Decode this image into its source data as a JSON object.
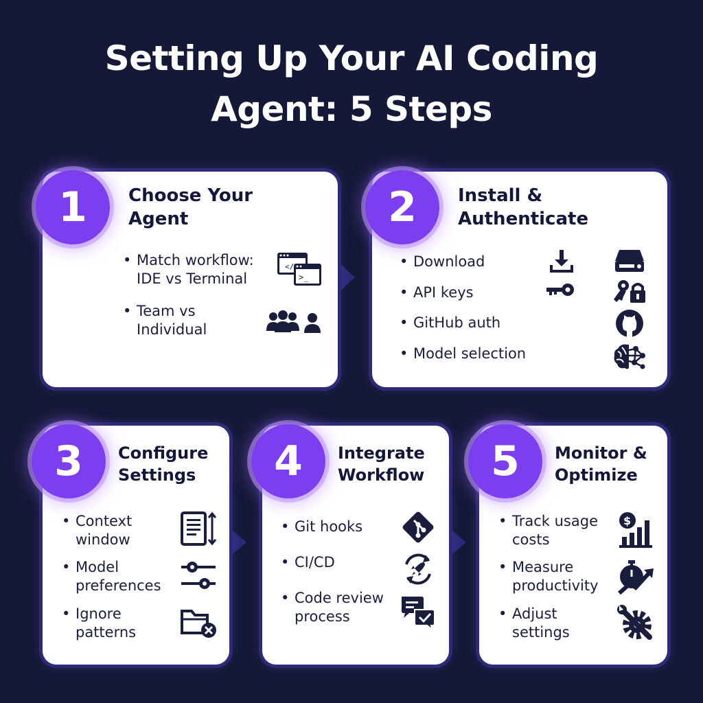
{
  "title": "Setting Up Your AI Coding\nAgent: 5 Steps",
  "steps": [
    {
      "number": "1",
      "title": "Choose Your\nAgent",
      "items": [
        "Match workflow:\nIDE vs Terminal",
        "Team vs\nIndividual"
      ],
      "icons": [
        "ide-terminal-icon",
        "team-icon",
        "individual-icon"
      ]
    },
    {
      "number": "2",
      "title": "Install &\nAuthenticate",
      "items": [
        "Download",
        "API keys",
        "GitHub auth",
        "Model selection"
      ],
      "icons": [
        "download-icon",
        "key-icon",
        "server-icon",
        "key-lock-icon",
        "github-icon",
        "brain-network-icon"
      ]
    },
    {
      "number": "3",
      "title": "Configure\nSettings",
      "items": [
        "Context\nwindow",
        "Model\npreferences",
        "Ignore\npatterns"
      ],
      "icons": [
        "document-resize-icon",
        "sliders-gear-icon",
        "folder-ignore-icon"
      ]
    },
    {
      "number": "4",
      "title": "Integrate\nWorkflow",
      "items": [
        "Git hooks",
        "CI/CD",
        "Code review\nprocess"
      ],
      "icons": [
        "git-icon",
        "rocket-cycle-icon",
        "chat-check-icon"
      ]
    },
    {
      "number": "5",
      "title": "Monitor &\nOptimize",
      "items": [
        "Track usage\ncosts",
        "Measure\nproductivity",
        "Adjust\nsettings"
      ],
      "icons": [
        "cost-chart-icon",
        "stopwatch-growth-icon",
        "wrench-gear-icon"
      ]
    }
  ],
  "colors": {
    "background": "#151837",
    "card": "#ffffff",
    "badge": "#7d3ef0",
    "border": "#2e2a78",
    "text": "#14163a"
  }
}
